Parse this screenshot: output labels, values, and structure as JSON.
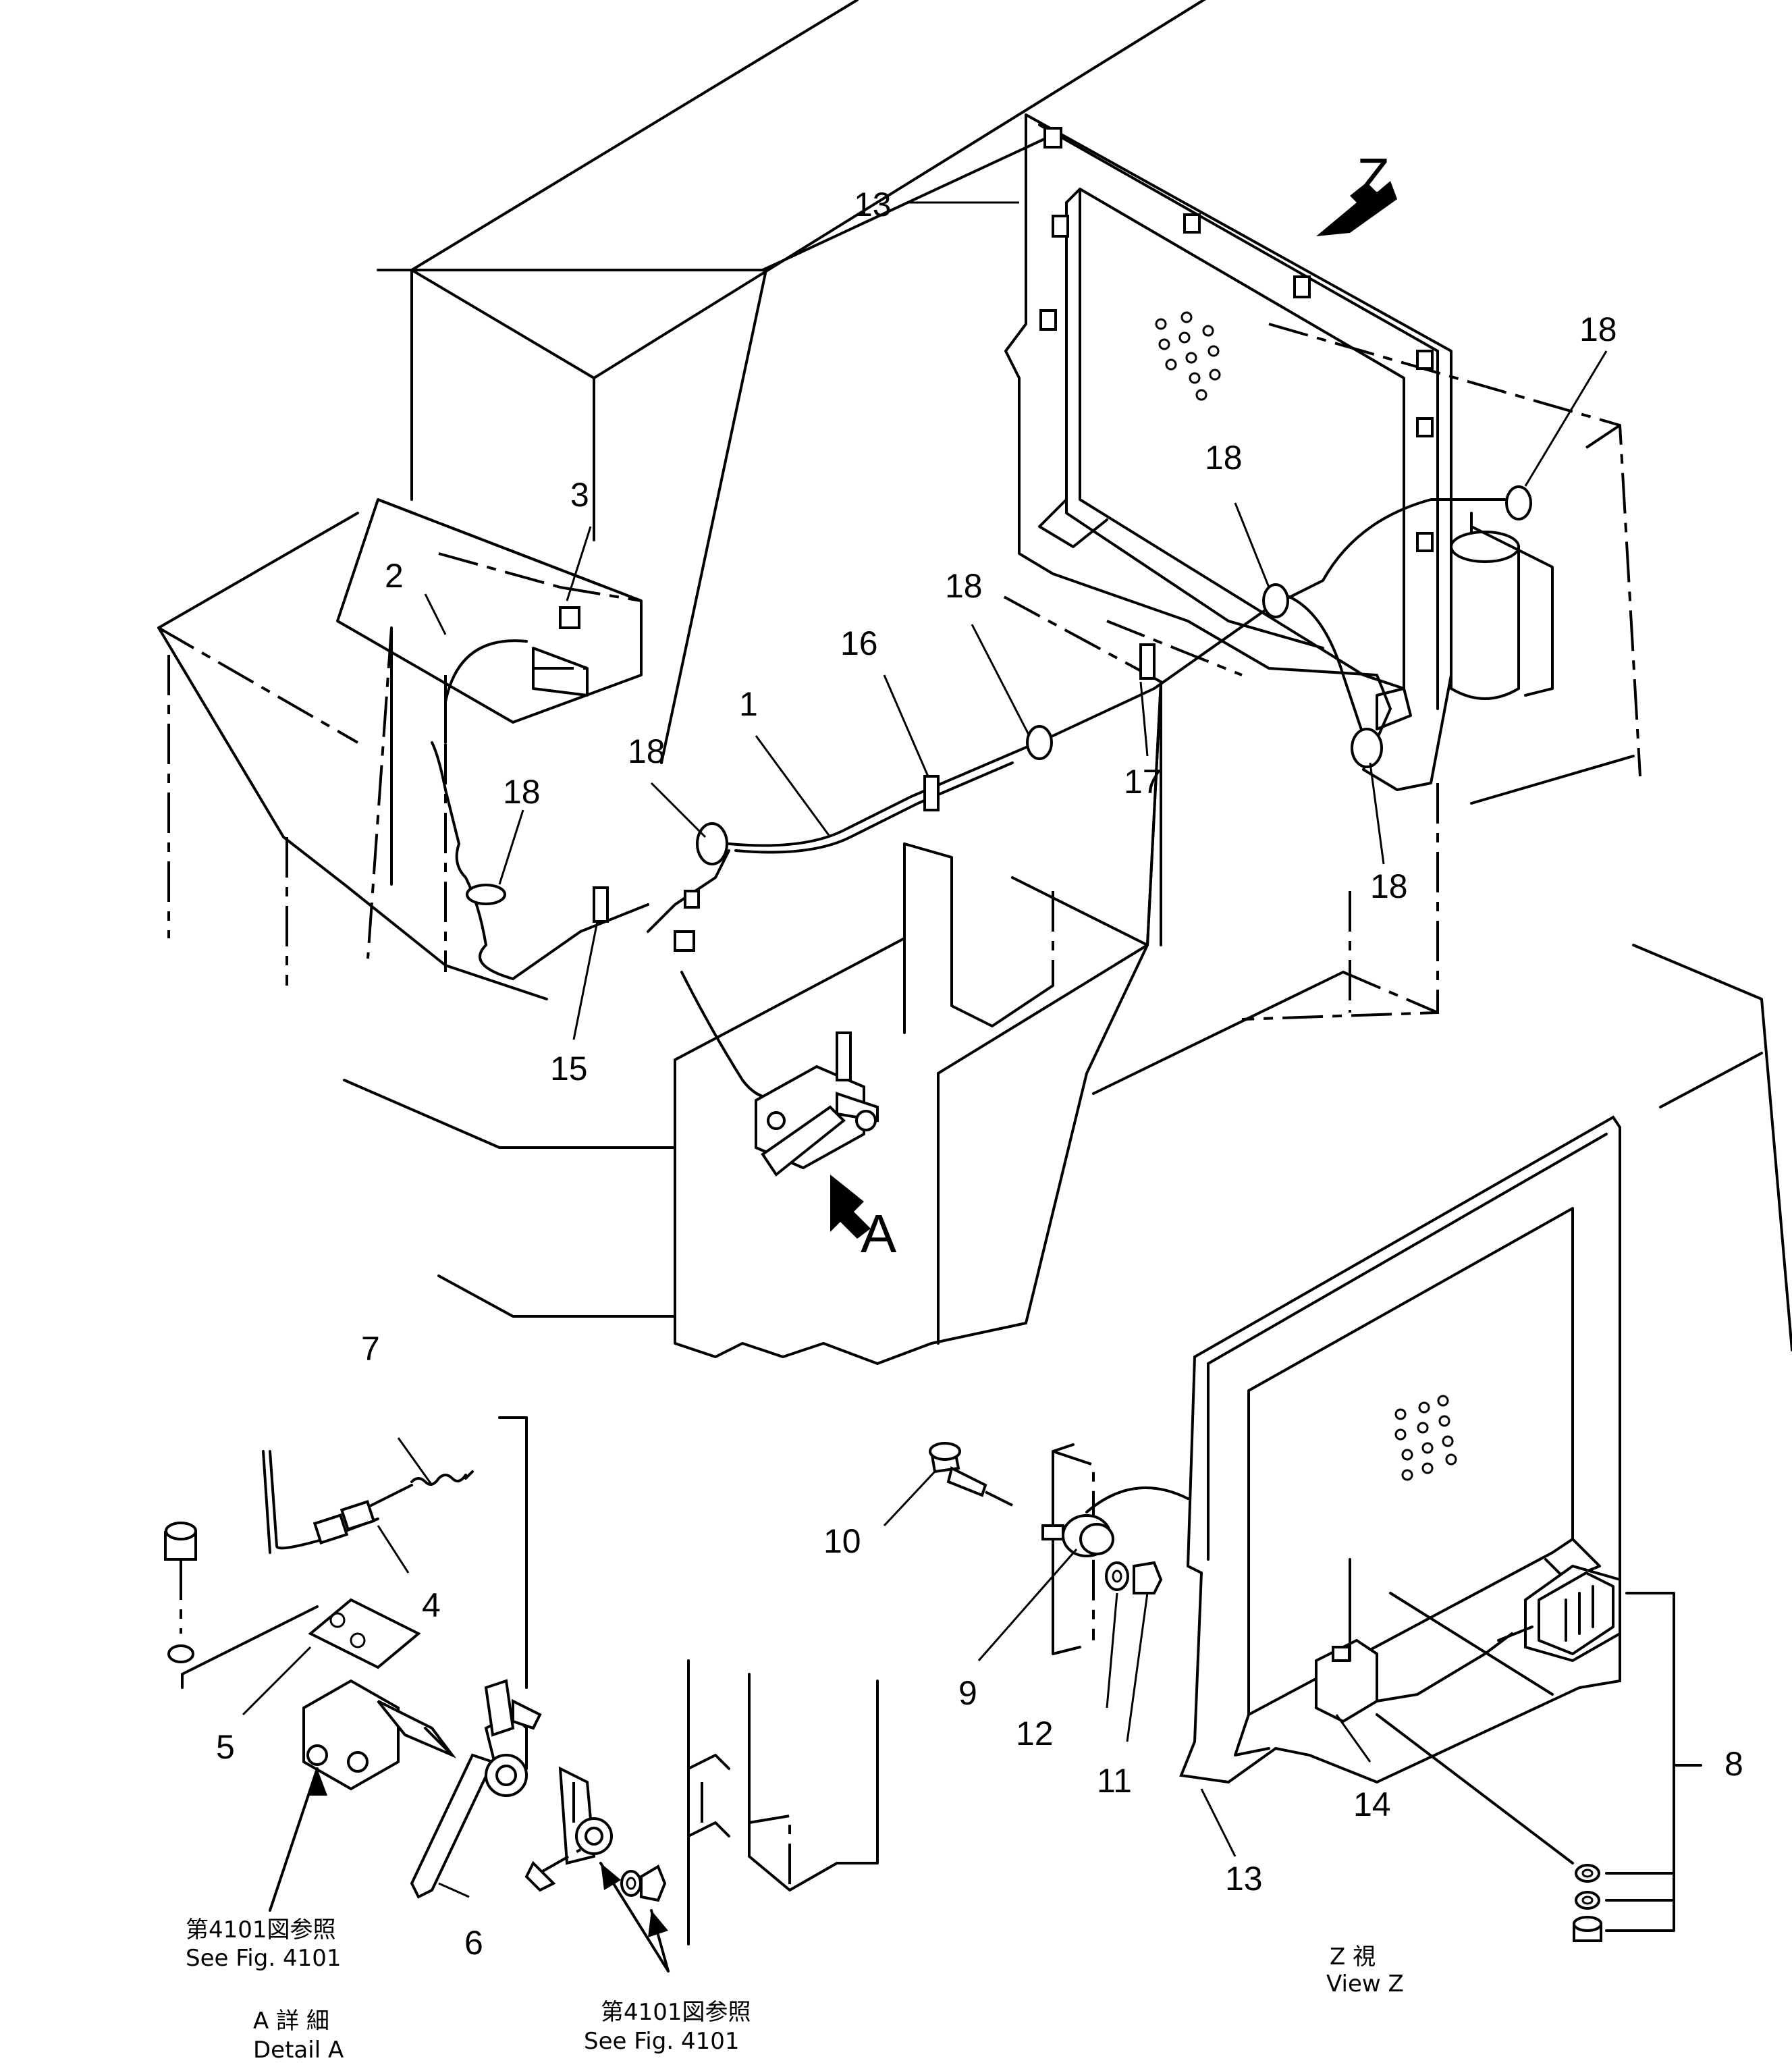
{
  "callouts": {
    "c1": "1",
    "c2": "2",
    "c3": "3",
    "c4": "4",
    "c5": "5",
    "c6": "6",
    "c7": "7",
    "c8": "8",
    "c9": "9",
    "c10": "10",
    "c11": "11",
    "c12": "12",
    "c13a": "13",
    "c13b": "13",
    "c14": "14",
    "c15": "15",
    "c16": "16",
    "c17": "17",
    "c18a": "18",
    "c18b": "18",
    "c18c": "18",
    "c18d": "18",
    "c18e": "18",
    "c18f": "18"
  },
  "view_markers": {
    "z": "Z",
    "a": "A"
  },
  "captions": {
    "ref_left_jp": "第4101図参照",
    "ref_left_en": "See Fig. 4101",
    "detail_a_jp": "A 詳 細",
    "detail_a_en": "Detail A",
    "ref_mid_jp": "第4101図参照",
    "ref_mid_en": "See Fig. 4101",
    "view_z_jp": "Z 視",
    "view_z_en": "View Z"
  }
}
